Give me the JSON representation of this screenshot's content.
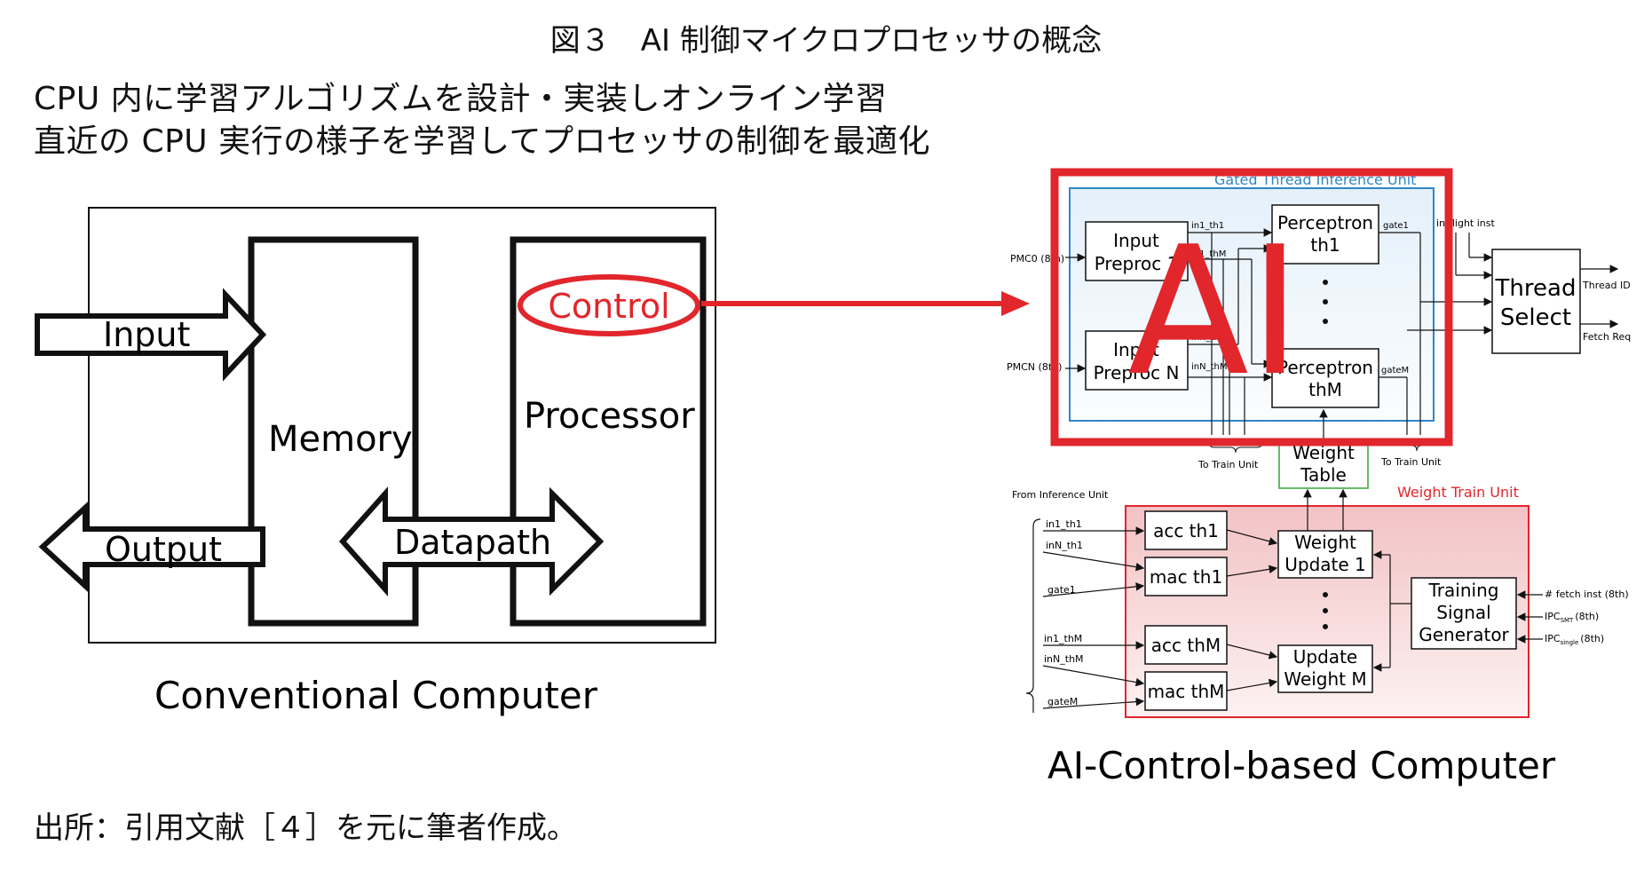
{
  "figure_title": "図３　AI 制御マイクロプロセッサの概念",
  "description_lines": [
    "CPU 内に学習アルゴリズムを設計・実装しオンライン学習",
    "直近の CPU 実行の様子を学習してプロセッサの制御を最適化"
  ],
  "source_note": "出所：引用文献［４］を元に筆者作成。",
  "colors": {
    "red": "#e1262c",
    "blue": "#2e86c8",
    "green": "#55b45a",
    "pink": "#f3c6c7",
    "black": "#111111"
  },
  "conventional": {
    "input_label": "Input",
    "output_label": "Output",
    "memory_label": "Memory",
    "processor_label": "Processor",
    "control_label": "Control",
    "datapath_label": "Datapath",
    "caption": "Conventional Computer"
  },
  "ai_computer": {
    "caption": "AI-Control-based Computer",
    "ai_overlay_label": "AI",
    "inference_unit_label": "Gated Thread Inference Unit",
    "pmc0_label": "PMC0 (8th)",
    "pmcn_label": "PMCN (8th)",
    "input_preproc_1": [
      "Input",
      "Preproc 1"
    ],
    "input_preproc_n": [
      "Input",
      "Preproc N"
    ],
    "in1_th1": "in1_th1",
    "in1_thm_upper": "in1_thM",
    "inn_th1": "inN_th1",
    "inn_thm": "inN_thM",
    "perceptron_th1": [
      "Perceptron",
      "th1"
    ],
    "perceptron_thm": [
      "Perceptron",
      "thM"
    ],
    "gate1": "gate1",
    "gatem": "gateM",
    "in_flight_inst": "in-flight inst",
    "thread_select": [
      "Thread",
      "Select"
    ],
    "thread_id": "Thread ID",
    "fetch_req": "Fetch Req",
    "to_train_unit": "To Train Unit",
    "weight_table": [
      "Weight",
      "Table"
    ],
    "from_inference_unit": "From Inference Unit",
    "weight_train_unit_label": "Weight Train Unit",
    "acc_th1": "acc th1",
    "mac_th1": "mac th1",
    "acc_thm": "acc thM",
    "mac_thm": "mac thM",
    "weight_update_1": [
      "Weight",
      "Update 1"
    ],
    "update_weight_m": [
      "Update",
      "Weight M"
    ],
    "training_signal_generator": [
      "Training",
      "Signal",
      "Generator"
    ],
    "fetch_inst": "# fetch inst (8th)",
    "ipc_smt": "IPC",
    "ipc_smt_sub": "SMT",
    "ipc_single": "IPC",
    "ipc_single_sub": "single",
    "eighth": "(8th)",
    "train_in1_th1": "in1_th1",
    "train_inn_th1": "inN_th1",
    "train_gate1": "gate1",
    "train_in1_thm": "in1_thM",
    "train_inn_thm": "inN_thM",
    "train_gatem": "gateM"
  }
}
